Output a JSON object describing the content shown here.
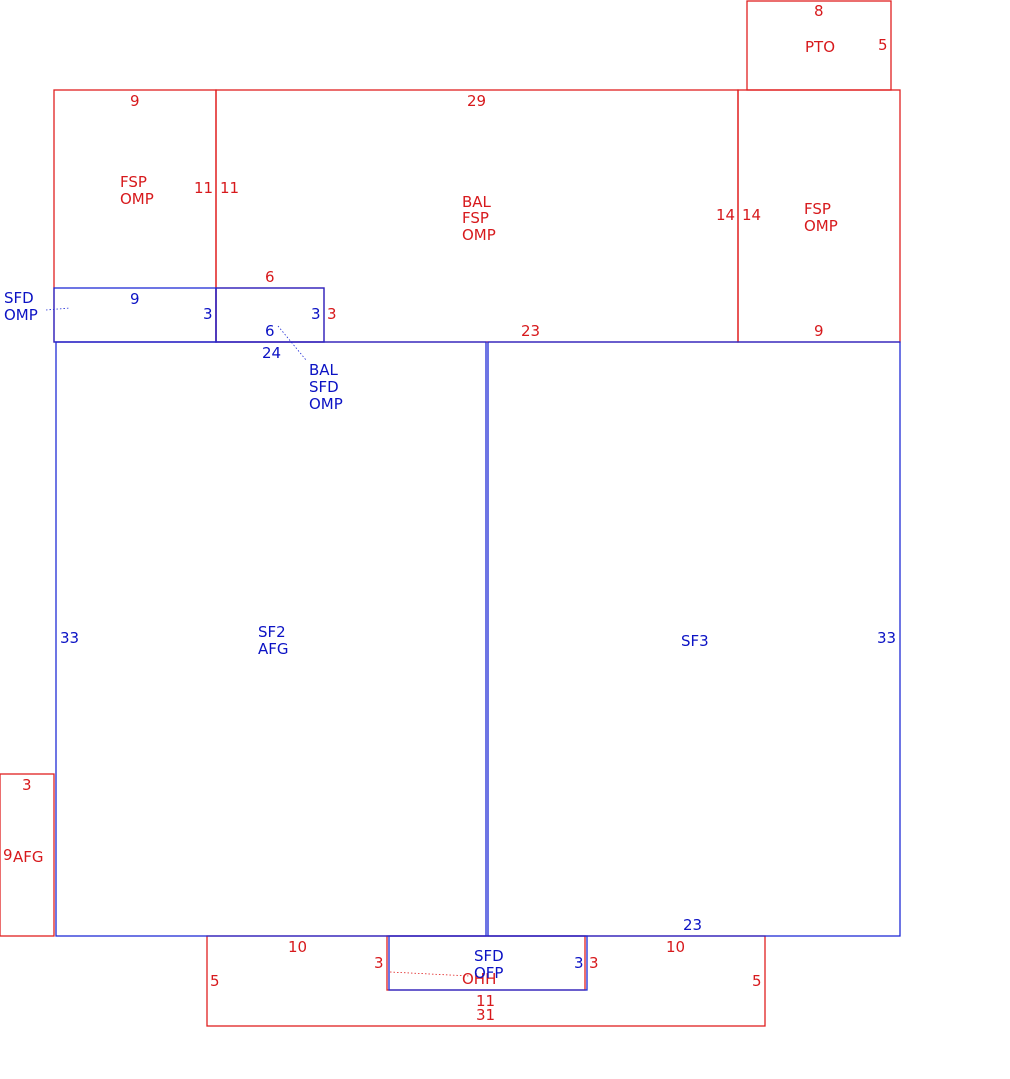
{
  "colors": {
    "red": "#d7191c",
    "blue": "#0b12c4"
  },
  "areas": {
    "pto": "PTO",
    "fsp_left_1": "FSP",
    "fsp_left_2": "OMP",
    "bal_1": "BAL",
    "bal_2": "FSP",
    "bal_3": "OMP",
    "fsp_right_1": "FSP",
    "fsp_right_2": "OMP",
    "sfd_left_1": "SFD",
    "sfd_left_2": "OMP",
    "bal_sfd_1": "BAL",
    "bal_sfd_2": "SFD",
    "bal_sfd_3": "OMP",
    "sf2_1": "SF2",
    "sf2_2": "AFG",
    "sf3": "SF3",
    "afg": "AFG",
    "sfd_bottom_1": "SFD",
    "sfd_bottom_2": "OFP",
    "ohh": "OHH"
  },
  "dims": {
    "pto_top": "8",
    "pto_right": "5",
    "fsp_left_top": "9",
    "fsp_left_right": "11",
    "bal_top": "29",
    "bal_left": "11",
    "bal_right": "14",
    "bal_bottom": "23",
    "fsp_right_left": "14",
    "fsp_right_bottom": "9",
    "sfd_left_top": "9",
    "sfd_left_right": "3",
    "bal_small_top": "6",
    "bal_small_right": "3",
    "bal_small_left": "3",
    "sfd_small_bottom": "6",
    "sf2_top": "24",
    "sf2_left": "33",
    "sf3_right": "33",
    "sf3_bottom": "23",
    "afg_top": "3",
    "afg_left": "9",
    "ohh_top_left": "10",
    "ohh_top_right": "10",
    "ohh_left": "5",
    "ohh_right": "5",
    "ohh_inner_left": "3",
    "sfd_bottom_right": "3",
    "ohh_inner_right": "3",
    "ohh_inner_bottom": "11",
    "ohh_bottom": "31"
  }
}
